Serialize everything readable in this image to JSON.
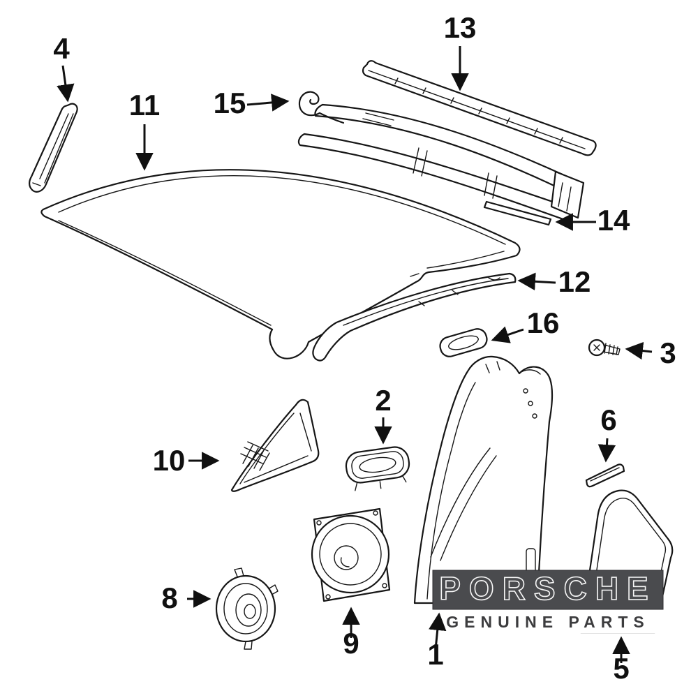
{
  "page": {
    "background_color": "#ffffff",
    "line_color": "#161616"
  },
  "diagram": {
    "description_icons": {
      "type": "exploded-parts-line-drawing"
    },
    "callouts": {
      "1": "1",
      "2": "2",
      "3": "3",
      "4": "4",
      "5": "5",
      "6": "6",
      "8": "8",
      "9": "9",
      "10": "10",
      "11": "11",
      "12": "12",
      "13": "13",
      "14": "14",
      "15": "15",
      "16": "16"
    }
  },
  "badge": {
    "brand": "PORSCHE",
    "tagline": "GENUINE PARTS",
    "bar_color": "#4a4b4e",
    "bar_border_color": "#2e2e30",
    "brand_outline_color": "#f7f7f7",
    "tagline_color": "#3c3c3e"
  }
}
